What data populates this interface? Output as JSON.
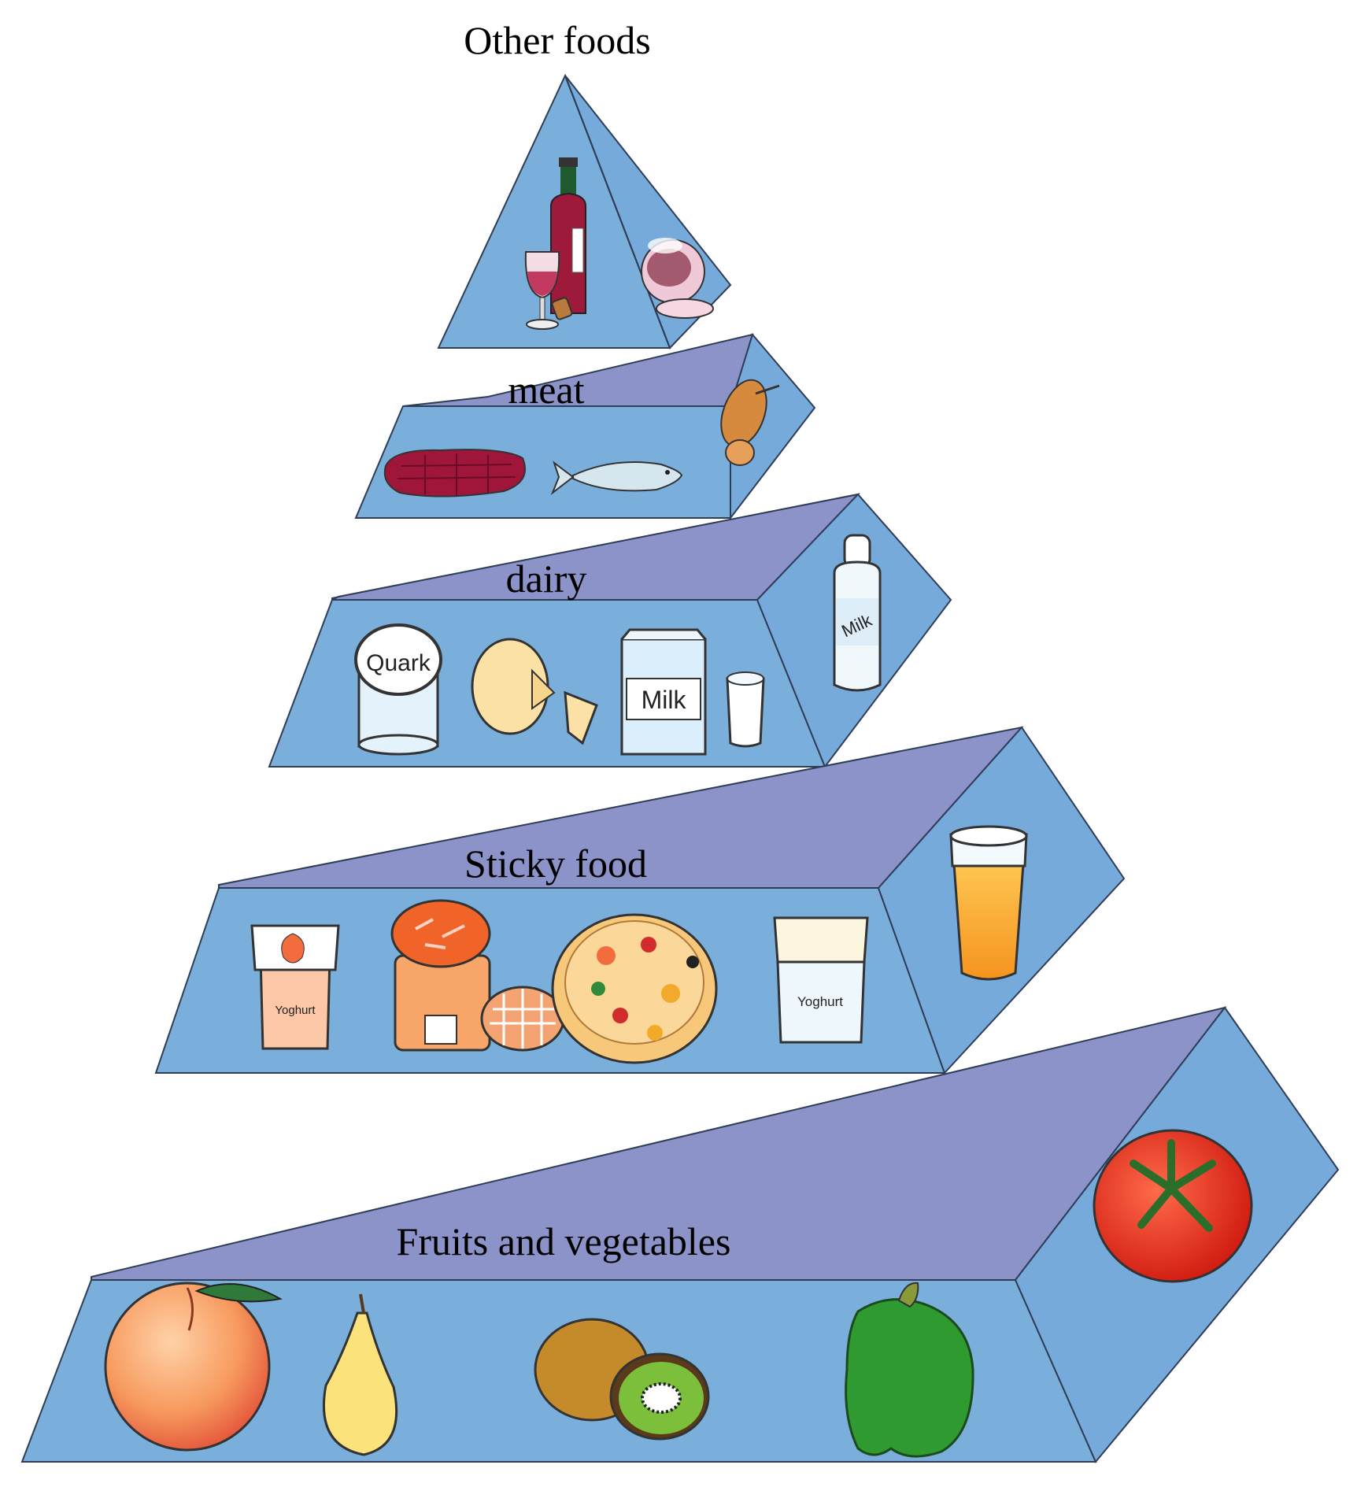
{
  "diagram": {
    "colors": {
      "front_face": "#7aaedb",
      "side_face": "#76aadb",
      "top_face": "#8b93c8",
      "edge": "#2f3d56"
    },
    "tiers": [
      {
        "label": "Other foods",
        "items": [
          "wine-bottle",
          "wine-glass",
          "cork",
          "tea-cup"
        ]
      },
      {
        "label": "meat",
        "items": [
          "steak",
          "fish",
          "roast-chicken"
        ]
      },
      {
        "label": "dairy",
        "items": [
          "quark-tub",
          "cheese",
          "milk-carton",
          "milk-glass",
          "milk-bottle"
        ]
      },
      {
        "label": "Sticky  food",
        "items": [
          "strawberry-yoghurt",
          "jam-jar",
          "pizza",
          "yoghurt-cup",
          "orange-juice-glass"
        ]
      },
      {
        "label": "Fruits and vegetables",
        "items": [
          "peach",
          "pear",
          "kiwi",
          "green-pepper",
          "tomato"
        ]
      }
    ],
    "packaging": {
      "quark": "Quark",
      "milk_carton": "Milk",
      "milk_bottle": "Milk",
      "yoghurt_strawberry": "Yoghurt",
      "yoghurt_plain": "Yoghurt"
    }
  }
}
